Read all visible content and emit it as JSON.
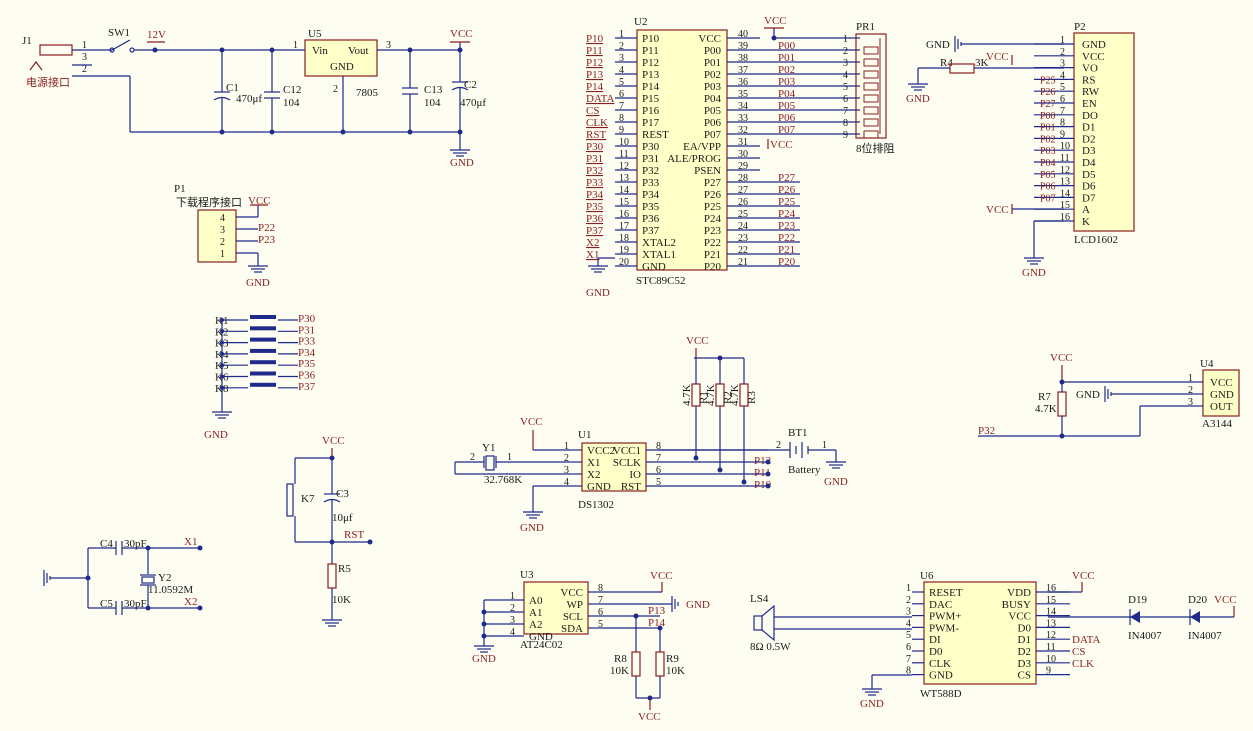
{
  "labels": {
    "j1": "J1",
    "jack": "电源接口",
    "sw1": "SW1",
    "v12": "12V",
    "u5": "U5",
    "vin": "Vin",
    "vout": "Vout",
    "u5gnd": "GND",
    "u5part": "7805",
    "c1": "C1",
    "c1v": "470μf",
    "c12": "C12",
    "c12v": "104",
    "c13": "C13",
    "c13v": "104",
    "c2": "C2",
    "c2v": "470μf",
    "vcc": "VCC",
    "gnd": "GND",
    "p1": "P1",
    "p1desc": "下载程序接口",
    "u2": "U2",
    "u2part": "STC89C52",
    "pr1": "PR1",
    "pr1desc": "8位排阻",
    "p2": "P2",
    "p2part": "LCD1602",
    "r4": "R4",
    "r4v": "3K",
    "u1": "U1",
    "u1part": "DS1302",
    "y1": "Y1",
    "y1v": "32.768K",
    "bt1": "BT1",
    "battery": "Battery",
    "u4": "U4",
    "u4part": "A3144",
    "r7": "R7",
    "r7v": "4.7K",
    "p32": "P32",
    "k7": "K7",
    "c3": "C3",
    "c3v": "10μf",
    "rst": "RST",
    "r5": "R5",
    "r5v": "10K",
    "c4": "C4",
    "c4v": "30pF",
    "c5": "C5",
    "c5v": "30pF",
    "y2": "Y2",
    "y2v": "11.0592M",
    "x1": "X1",
    "x2": "X2",
    "u3": "U3",
    "u3part": "AT24C02",
    "r8": "R8",
    "r8v": "10K",
    "r9": "R9",
    "r9v": "10K",
    "p13": "P13",
    "p14": "P14",
    "ls4": "LS4",
    "ls4v": "8Ω 0.5W",
    "u6": "U6",
    "u6part": "WT588D",
    "d19": "D19",
    "d19v": "IN4007",
    "d20": "D20",
    "d20v": "IN4007",
    "rk1": "4.7K",
    "rk1n": "R1",
    "rk2": "4.7K",
    "rk2n": "R2",
    "rk3": "4.7K",
    "rk3n": "R3"
  },
  "mcu_left": [
    {
      "net": "P10",
      "pin": "1",
      "name": "P10"
    },
    {
      "net": "P11",
      "pin": "2",
      "name": "P11"
    },
    {
      "net": "P12",
      "pin": "3",
      "name": "P12"
    },
    {
      "net": "P13",
      "pin": "4",
      "name": "P13"
    },
    {
      "net": "P14",
      "pin": "5",
      "name": "P14"
    },
    {
      "net": "DATA",
      "pin": "6",
      "name": "P15"
    },
    {
      "net": "CS",
      "pin": "7",
      "name": "P16"
    },
    {
      "net": "CLK",
      "pin": "8",
      "name": "P17"
    },
    {
      "net": "RST",
      "pin": "9",
      "name": "REST"
    },
    {
      "net": "P30",
      "pin": "10",
      "name": "P30"
    },
    {
      "net": "P31",
      "pin": "11",
      "name": "P31"
    },
    {
      "net": "P32",
      "pin": "12",
      "name": "P32"
    },
    {
      "net": "P33",
      "pin": "13",
      "name": "P33"
    },
    {
      "net": "P34",
      "pin": "14",
      "name": "P34"
    },
    {
      "net": "P35",
      "pin": "15",
      "name": "P35"
    },
    {
      "net": "P36",
      "pin": "16",
      "name": "P36"
    },
    {
      "net": "P37",
      "pin": "17",
      "name": "P37"
    },
    {
      "net": "X2",
      "pin": "18",
      "name": "XTAL2"
    },
    {
      "net": "X1",
      "pin": "19",
      "name": "XTAL1"
    },
    {
      "net": "",
      "pin": "20",
      "name": "GND"
    }
  ],
  "mcu_right": [
    {
      "name": "VCC",
      "pin": "40",
      "net": ""
    },
    {
      "name": "P00",
      "pin": "39",
      "net": "P00"
    },
    {
      "name": "P01",
      "pin": "38",
      "net": "P01"
    },
    {
      "name": "P02",
      "pin": "37",
      "net": "P02"
    },
    {
      "name": "P03",
      "pin": "36",
      "net": "P03"
    },
    {
      "name": "P04",
      "pin": "35",
      "net": "P04"
    },
    {
      "name": "P05",
      "pin": "34",
      "net": "P05"
    },
    {
      "name": "P06",
      "pin": "33",
      "net": "P06"
    },
    {
      "name": "P07",
      "pin": "32",
      "net": "P07"
    },
    {
      "name": "EA/VPP",
      "pin": "31",
      "net": "VCC"
    },
    {
      "name": "ALE/PROG",
      "pin": "30",
      "net": ""
    },
    {
      "name": "PSEN",
      "pin": "29",
      "net": ""
    },
    {
      "name": "P27",
      "pin": "28",
      "net": "P27"
    },
    {
      "name": "P26",
      "pin": "27",
      "net": "P26"
    },
    {
      "name": "P25",
      "pin": "26",
      "net": "P25"
    },
    {
      "name": "P24",
      "pin": "25",
      "net": "P24"
    },
    {
      "name": "P23",
      "pin": "24",
      "net": "P23"
    },
    {
      "name": "P22",
      "pin": "23",
      "net": "P22"
    },
    {
      "name": "P21",
      "pin": "22",
      "net": "P21"
    },
    {
      "name": "P20",
      "pin": "21",
      "net": "P20"
    }
  ],
  "pr1_pins": [
    "1",
    "2",
    "3",
    "4",
    "5",
    "6",
    "7",
    "8",
    "9"
  ],
  "lcd_pins": [
    {
      "net": "GND",
      "pin": "1",
      "name": "GND"
    },
    {
      "net": "VCC",
      "pin": "2",
      "name": "VCC"
    },
    {
      "net": "",
      "pin": "3",
      "name": "VO"
    },
    {
      "net": "P25",
      "pin": "4",
      "name": "RS"
    },
    {
      "net": "P26",
      "pin": "5",
      "name": "RW"
    },
    {
      "net": "P27",
      "pin": "6",
      "name": "EN"
    },
    {
      "net": "P00",
      "pin": "7",
      "name": "DO"
    },
    {
      "net": "P01",
      "pin": "8",
      "name": "D1"
    },
    {
      "net": "P02",
      "pin": "9",
      "name": "D2"
    },
    {
      "net": "P03",
      "pin": "10",
      "name": "D3"
    },
    {
      "net": "P04",
      "pin": "11",
      "name": "D4"
    },
    {
      "net": "P05",
      "pin": "12",
      "name": "D5"
    },
    {
      "net": "P06",
      "pin": "13",
      "name": "D6"
    },
    {
      "net": "P07",
      "pin": "14",
      "name": "D7"
    },
    {
      "net": "VCC",
      "pin": "15",
      "name": "A"
    },
    {
      "net": "",
      "pin": "16",
      "name": "K"
    }
  ],
  "p1_pins": [
    {
      "pin": "4",
      "net": "VCC"
    },
    {
      "pin": "3",
      "net": "P22"
    },
    {
      "pin": "2",
      "net": "P23"
    },
    {
      "pin": "1",
      "net": "GND"
    }
  ],
  "keys": [
    {
      "name": "K1",
      "net": "P30"
    },
    {
      "name": "K2",
      "net": "P31"
    },
    {
      "name": "K3",
      "net": "P33"
    },
    {
      "name": "K4",
      "net": "P34"
    },
    {
      "name": "K5",
      "net": "P35"
    },
    {
      "name": "K6",
      "net": "P36"
    },
    {
      "name": "K8",
      "net": "P37"
    }
  ],
  "ds1302": {
    "left": [
      {
        "pin": "1",
        "name": "VCC2"
      },
      {
        "pin": "2",
        "name": "X1"
      },
      {
        "pin": "3",
        "name": "X2"
      },
      {
        "pin": "4",
        "name": "GND"
      }
    ],
    "right": [
      {
        "pin": "8",
        "name": "VCC1",
        "net": ""
      },
      {
        "pin": "7",
        "name": "SCLK",
        "net": "P12"
      },
      {
        "pin": "6",
        "name": "IO",
        "net": "P11"
      },
      {
        "pin": "5",
        "name": "RST",
        "net": "P10"
      }
    ]
  },
  "a3144": [
    {
      "pin": "1",
      "name": "VCC"
    },
    {
      "pin": "2",
      "name": "GND"
    },
    {
      "pin": "3",
      "name": "OUT"
    }
  ],
  "at24": {
    "left": [
      {
        "pin": "1",
        "name": "A0"
      },
      {
        "pin": "2",
        "name": "A1"
      },
      {
        "pin": "3",
        "name": "A2"
      },
      {
        "pin": "4",
        "name": "GND"
      }
    ],
    "right": [
      {
        "pin": "8",
        "name": "VCC"
      },
      {
        "pin": "7",
        "name": "WP"
      },
      {
        "pin": "6",
        "name": "SCL"
      },
      {
        "pin": "5",
        "name": "SDA"
      }
    ]
  },
  "wt588": {
    "left": [
      {
        "pin": "1",
        "name": "RESET"
      },
      {
        "pin": "2",
        "name": "DAC"
      },
      {
        "pin": "3",
        "name": "PWM+"
      },
      {
        "pin": "4",
        "name": "PWM-"
      },
      {
        "pin": "5",
        "name": "DI"
      },
      {
        "pin": "6",
        "name": "D0"
      },
      {
        "pin": "7",
        "name": "CLK"
      },
      {
        "pin": "8",
        "name": "GND"
      }
    ],
    "right": [
      {
        "pin": "16",
        "name": "VDD",
        "net": ""
      },
      {
        "pin": "15",
        "name": "BUSY",
        "net": ""
      },
      {
        "pin": "14",
        "name": "VCC",
        "net": ""
      },
      {
        "pin": "13",
        "name": "D0",
        "net": ""
      },
      {
        "pin": "12",
        "name": "D1",
        "net": "DATA"
      },
      {
        "pin": "11",
        "name": "D2",
        "net": "CS"
      },
      {
        "pin": "10",
        "name": "D3",
        "net": "CLK"
      },
      {
        "pin": "9",
        "name": "CS",
        "net": ""
      }
    ]
  },
  "colors": {
    "wire": "#1e2a8c",
    "net": "#8a1e1e",
    "body": "#ffffc8",
    "bg": "#fdfdf2"
  }
}
